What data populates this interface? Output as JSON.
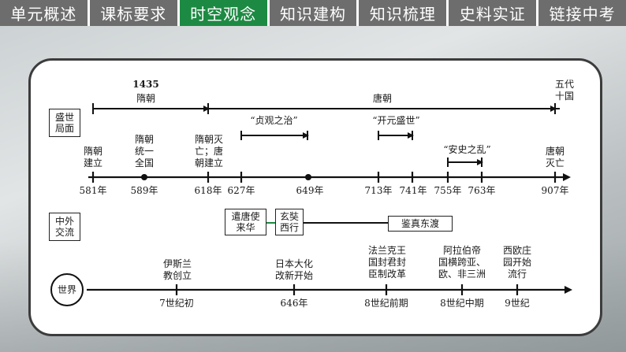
{
  "tabs": [
    {
      "label": "单元概述",
      "active": false
    },
    {
      "label": "课标要求",
      "active": false
    },
    {
      "label": "时空观念",
      "active": true
    },
    {
      "label": "知识建构",
      "active": false
    },
    {
      "label": "知识梳理",
      "active": false
    },
    {
      "label": "史料实证",
      "active": false
    },
    {
      "label": "链接中考",
      "active": false
    }
  ],
  "colors": {
    "tab_bg": "#6d6d6d",
    "tab_active": "#1d8a43",
    "accent_line": "#1d8a43"
  },
  "timeline": {
    "row_labels": {
      "prosperity": [
        "盛世",
        "局面"
      ],
      "exchange": [
        "中外",
        "交流"
      ],
      "world": "世界"
    },
    "periods": {
      "sui_start": "1435",
      "sui": "隋朝",
      "tang": "唐朝",
      "five_dynasties": [
        "五代",
        "十国"
      ]
    },
    "reigns": {
      "zhenguan": "“贞观之治”",
      "kaiyuan": "“开元盛世”",
      "anshi": "“安史之乱”"
    },
    "events": {
      "sui_founded": [
        "隋朝",
        "建立"
      ],
      "sui_unify": [
        "隋朝",
        "统一",
        "全国"
      ],
      "sui_fall": [
        "隋朝灭",
        "亡；唐",
        "朝建立"
      ],
      "tang_fall": [
        "唐朝",
        "灭亡"
      ]
    },
    "years": [
      "581年",
      "589年",
      "618年",
      "627年",
      "649年",
      "713年",
      "741年",
      "755年",
      "763年",
      "907年"
    ],
    "exchange": {
      "envoys": [
        "遣唐使",
        "来华"
      ],
      "xuanzang": [
        "玄奘",
        "西行"
      ],
      "jianzhen": "鉴真东渡"
    },
    "world_events": [
      {
        "text": [
          "伊斯兰",
          "教创立"
        ],
        "date": "7世纪初"
      },
      {
        "text": [
          "日本大化",
          "改新开始"
        ],
        "date": "646年"
      },
      {
        "text": [
          "法兰克王",
          "国封君封",
          "臣制改革"
        ],
        "date": "8世纪前期"
      },
      {
        "text": [
          "阿拉伯帝",
          "国横跨亚、",
          "欧、非三洲"
        ],
        "date": "8世纪中期"
      },
      {
        "text": [
          "西欧庄",
          "园开始",
          "流行"
        ],
        "date": "9世纪"
      }
    ]
  }
}
